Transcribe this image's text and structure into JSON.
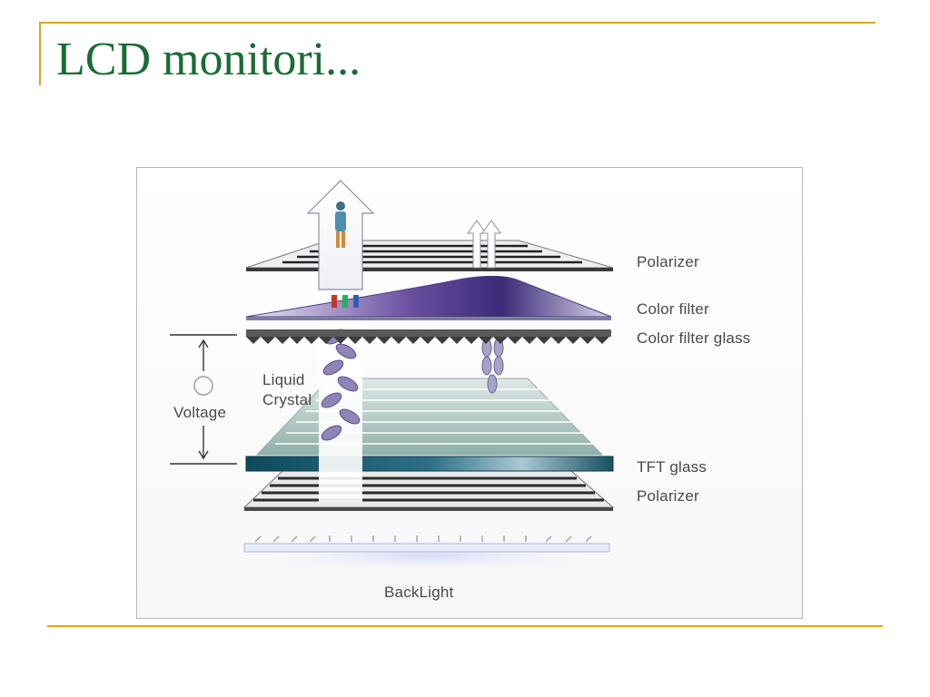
{
  "slide": {
    "title": "LCD monitori...",
    "title_color": "#1a6b34",
    "rule_color": "#d9a520"
  },
  "diagram": {
    "labels": {
      "polarizer_top": "Polarizer",
      "color_filter": "Color filter",
      "color_filter_glass": "Color filter glass",
      "liquid_crystal_line1": "Liquid",
      "liquid_crystal_line2": "Crystal",
      "voltage": "Voltage",
      "tft_glass": "TFT glass",
      "polarizer_bottom": "Polarizer",
      "backlight": "BackLight"
    }
  }
}
